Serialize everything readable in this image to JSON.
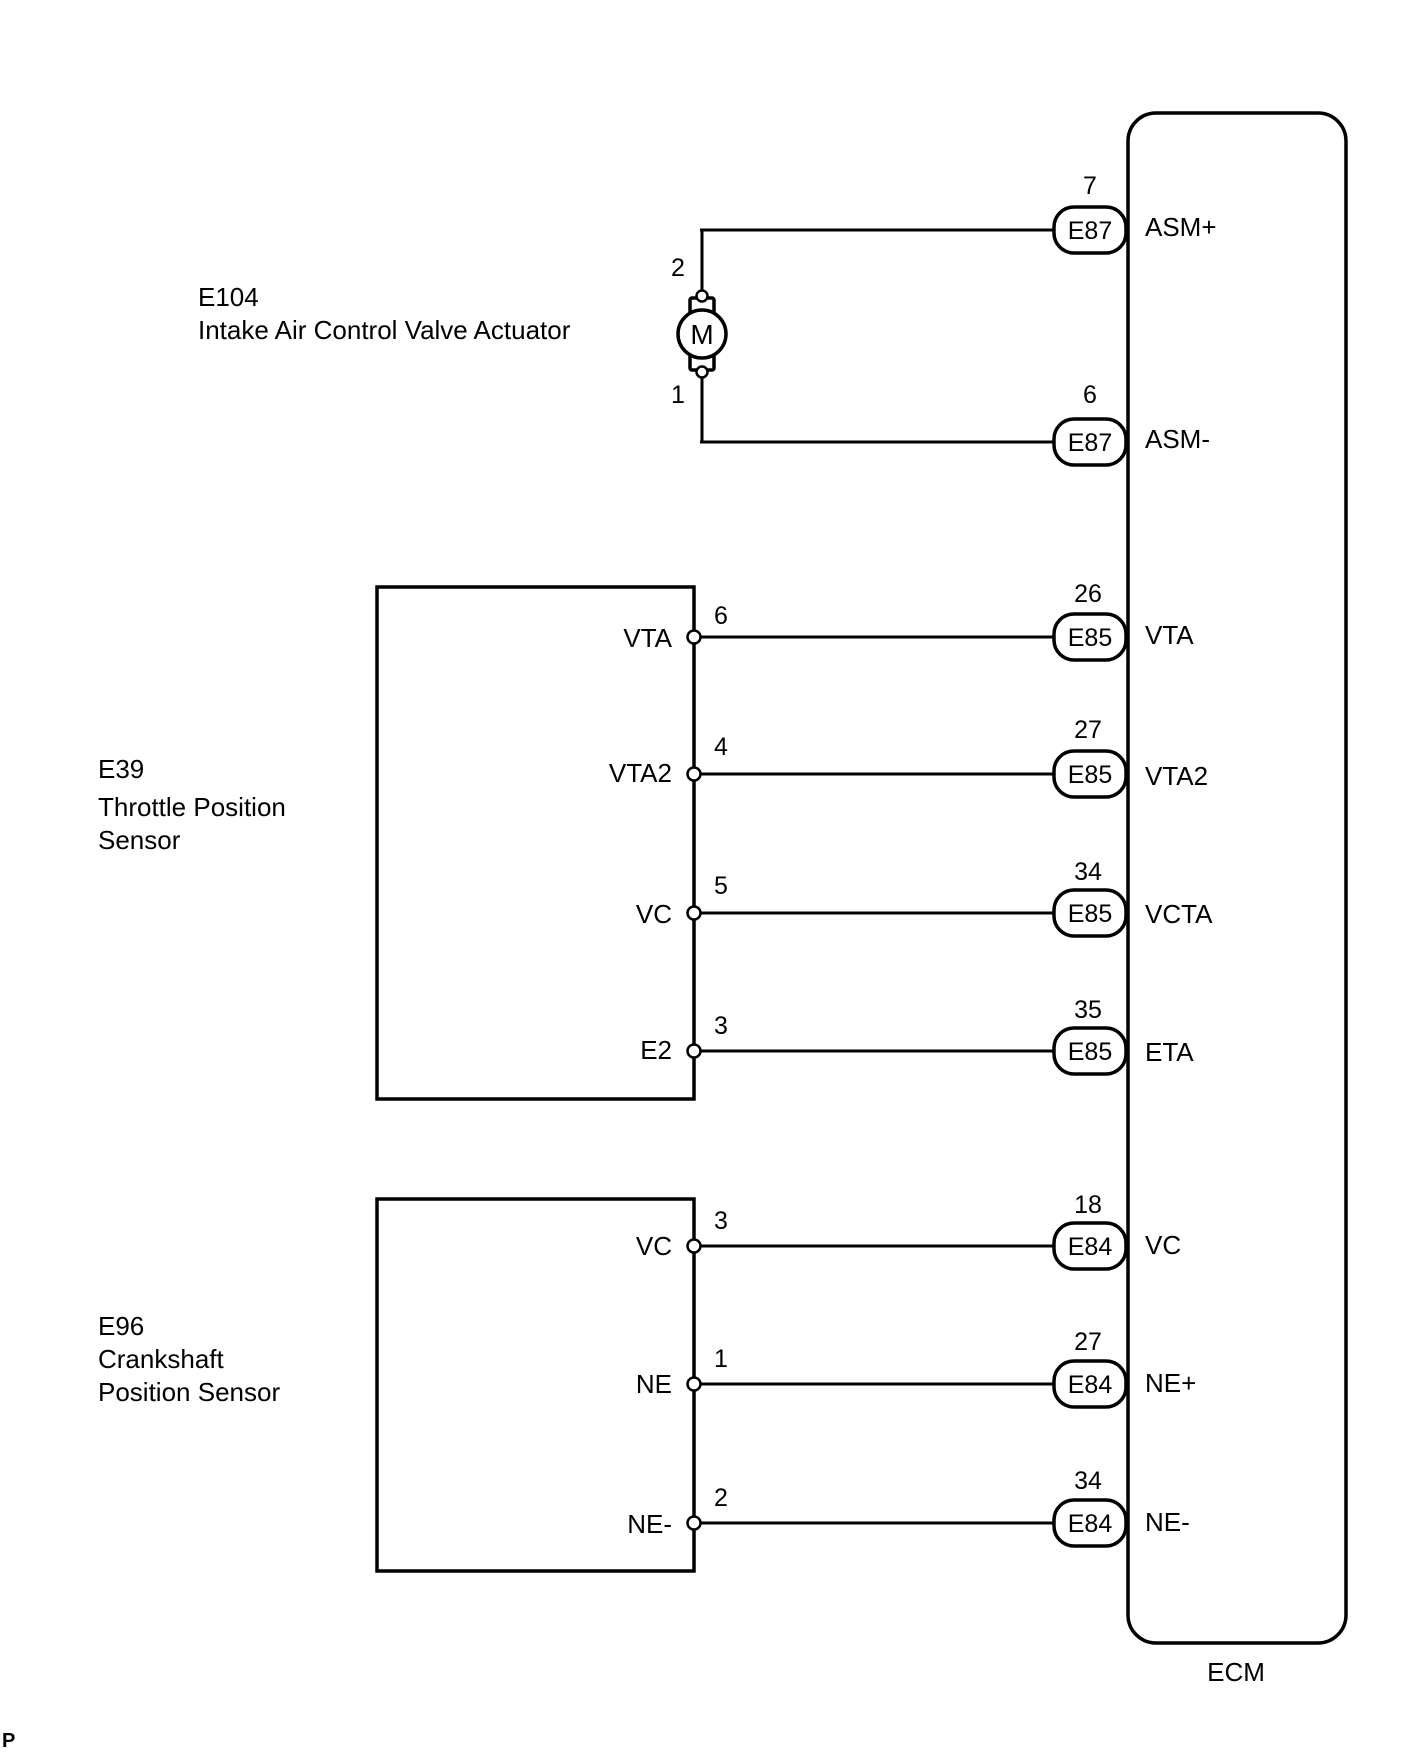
{
  "ecm": {
    "label": "ECM",
    "connections": [
      {
        "pin": "7",
        "connector": "E87",
        "signal": "ASM+"
      },
      {
        "pin": "6",
        "connector": "E87",
        "signal": "ASM-"
      },
      {
        "pin": "26",
        "connector": "E85",
        "signal": "VTA"
      },
      {
        "pin": "27",
        "connector": "E85",
        "signal": "VTA2"
      },
      {
        "pin": "34",
        "connector": "E85",
        "signal": "VCTA"
      },
      {
        "pin": "35",
        "connector": "E85",
        "signal": "ETA"
      },
      {
        "pin": "18",
        "connector": "E84",
        "signal": "VC"
      },
      {
        "pin": "27",
        "connector": "E84",
        "signal": "NE+"
      },
      {
        "pin": "34",
        "connector": "E84",
        "signal": "NE-"
      }
    ]
  },
  "actuator": {
    "code": "E104",
    "name": "Intake Air Control Valve Actuator",
    "symbol": "M",
    "pins": [
      {
        "number": "2"
      },
      {
        "number": "1"
      }
    ]
  },
  "throttle_sensor": {
    "code": "E39",
    "name_lines": [
      "Throttle Position",
      "Sensor"
    ],
    "terminals": [
      {
        "name": "VTA",
        "pin": "6"
      },
      {
        "name": "VTA2",
        "pin": "4"
      },
      {
        "name": "VC",
        "pin": "5"
      },
      {
        "name": "E2",
        "pin": "3"
      }
    ]
  },
  "crank_sensor": {
    "code": "E96",
    "name_lines": [
      "Crankshaft",
      "Position Sensor"
    ],
    "terminals": [
      {
        "name": "VC",
        "pin": "3"
      },
      {
        "name": "NE",
        "pin": "1"
      },
      {
        "name": "NE-",
        "pin": "2"
      }
    ]
  },
  "footer_mark": "P"
}
